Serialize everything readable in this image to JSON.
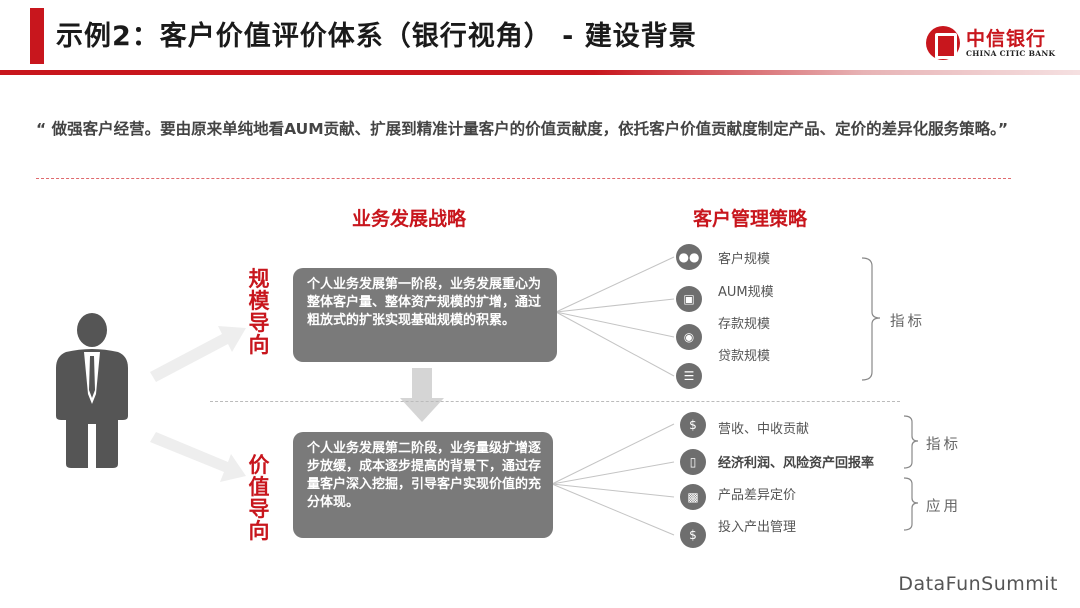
{
  "header": {
    "title": "示例2：客户价值评价体系（银行视角） - 建设背景",
    "logo_cn": "中信银行",
    "logo_en": "CHINA CITIC BANK"
  },
  "quote": "“ 做强客户经营。要由原来单纯地看AUM贡献、扩展到精准计量客户的价值贡献度，依托客户价值贡献度制定产品、定价的差异化服务策略。”",
  "columns": {
    "business": "业务发展战略",
    "customer": "客户管理策略"
  },
  "orientations": [
    {
      "label": "规模导向",
      "chars": [
        "规",
        "模",
        "导",
        "向"
      ]
    },
    {
      "label": "价值导向",
      "chars": [
        "价",
        "值",
        "导",
        "向"
      ]
    }
  ],
  "stages": [
    {
      "text": "个人业务发展第一阶段，业务发展重心为整体客户量、整体资产规模的扩增，通过粗放式的扩张实现基础规模的积累。"
    },
    {
      "text": "个人业务发展第二阶段，业务量级扩增逐步放缓，成本逐步提高的背景下，通过存量客户深入挖掘，引导客户实现价值的充分体现。"
    }
  ],
  "scale_items": [
    {
      "label": "客户规模",
      "icon": "people-icon"
    },
    {
      "label": "AUM规模",
      "icon": "safe-icon"
    },
    {
      "label": "存款规模",
      "icon": "piggy-bank-icon"
    },
    {
      "label": "贷款规模",
      "icon": "document-icon"
    }
  ],
  "value_items": [
    {
      "label": "营收、中收贡献",
      "icon": "money-bag-icon"
    },
    {
      "label": "经济利润、风险资产回报率",
      "icon": "mobile-chart-icon"
    },
    {
      "label": "产品差异定价",
      "icon": "bar-chart-icon"
    },
    {
      "label": "投入产出管理",
      "icon": "coin-bag-icon"
    }
  ],
  "brackets": {
    "scale": "指标",
    "value_metrics": "指标",
    "value_apply": "应用"
  },
  "footer": "DataFunSummit",
  "colors": {
    "brand_red": "#c8161d",
    "box_gray": "#7a7a7a",
    "icon_gray": "#6e6e6e"
  }
}
